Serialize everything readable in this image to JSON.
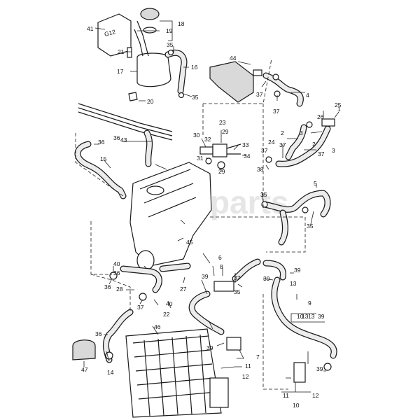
{
  "watermark": "parts",
  "callouts": [
    {
      "id": "c1",
      "text": "1"
    },
    {
      "id": "c2a",
      "text": "2"
    },
    {
      "id": "c2b",
      "text": "2"
    },
    {
      "id": "c3",
      "text": "3"
    },
    {
      "id": "c4",
      "text": "4"
    },
    {
      "id": "c5",
      "text": "5"
    },
    {
      "id": "c6",
      "text": "6"
    },
    {
      "id": "c7",
      "text": "7"
    },
    {
      "id": "c8",
      "text": "8"
    },
    {
      "id": "c9",
      "text": "9"
    },
    {
      "id": "c10a",
      "text": "10"
    },
    {
      "id": "c10b",
      "text": "10"
    },
    {
      "id": "c11a",
      "text": "11"
    },
    {
      "id": "c11b",
      "text": "11"
    },
    {
      "id": "c12a",
      "text": "12"
    },
    {
      "id": "c12b",
      "text": "12"
    },
    {
      "id": "c13a",
      "text": "13"
    },
    {
      "id": "c13b",
      "text": "13"
    },
    {
      "id": "c14",
      "text": "14"
    },
    {
      "id": "c15",
      "text": "15"
    },
    {
      "id": "c16",
      "text": "16"
    },
    {
      "id": "c17",
      "text": "17"
    },
    {
      "id": "c18",
      "text": "18"
    },
    {
      "id": "c19",
      "text": "19"
    },
    {
      "id": "c20",
      "text": "20"
    },
    {
      "id": "c21",
      "text": "21"
    },
    {
      "id": "c22",
      "text": "22"
    },
    {
      "id": "c23",
      "text": "23"
    },
    {
      "id": "c24",
      "text": "24"
    },
    {
      "id": "c25",
      "text": "25"
    },
    {
      "id": "c26",
      "text": "26"
    },
    {
      "id": "c27",
      "text": "27"
    },
    {
      "id": "c28",
      "text": "28"
    },
    {
      "id": "c29a",
      "text": "29"
    },
    {
      "id": "c29b",
      "text": "29"
    },
    {
      "id": "c30",
      "text": "30"
    },
    {
      "id": "c31",
      "text": "31"
    },
    {
      "id": "c32",
      "text": "32"
    },
    {
      "id": "c33",
      "text": "33"
    },
    {
      "id": "c34",
      "text": "34"
    },
    {
      "id": "c35a",
      "text": "35"
    },
    {
      "id": "c35b",
      "text": "35"
    },
    {
      "id": "c35c",
      "text": "35"
    },
    {
      "id": "c35d",
      "text": "35"
    },
    {
      "id": "c35e",
      "text": "35"
    },
    {
      "id": "c36a",
      "text": "36"
    },
    {
      "id": "c36b",
      "text": "36"
    },
    {
      "id": "c36c",
      "text": "36"
    },
    {
      "id": "c37a",
      "text": "37"
    },
    {
      "id": "c37b",
      "text": "37"
    },
    {
      "id": "c37c",
      "text": "37"
    },
    {
      "id": "c37d",
      "text": "37"
    },
    {
      "id": "c37e",
      "text": "37"
    },
    {
      "id": "c37f",
      "text": "37"
    },
    {
      "id": "c37g",
      "text": "37"
    },
    {
      "id": "c38",
      "text": "38"
    },
    {
      "id": "c39a",
      "text": "39"
    },
    {
      "id": "c39b",
      "text": "39"
    },
    {
      "id": "c39c",
      "text": "39"
    },
    {
      "id": "c39d",
      "text": "39"
    },
    {
      "id": "c39e",
      "text": "39"
    },
    {
      "id": "c39f",
      "text": "39"
    },
    {
      "id": "c40a",
      "text": "40"
    },
    {
      "id": "c40b",
      "text": "40"
    },
    {
      "id": "c41",
      "text": "41"
    },
    {
      "id": "c43",
      "text": "43"
    },
    {
      "id": "c44",
      "text": "44"
    },
    {
      "id": "c45",
      "text": "45"
    },
    {
      "id": "c46",
      "text": "46"
    },
    {
      "id": "c47",
      "text": "47"
    },
    {
      "id": "c3b",
      "text": "3"
    },
    {
      "id": "c36d",
      "text": "36"
    },
    {
      "id": "c36e",
      "text": "36"
    },
    {
      "id": "c13c",
      "text": "13"
    }
  ],
  "reservoir_cap_text": "G12"
}
